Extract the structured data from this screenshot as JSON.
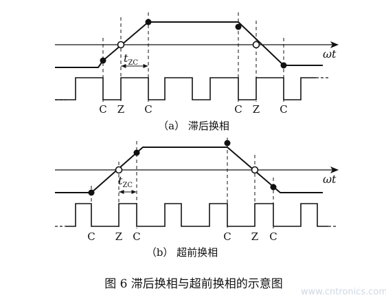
{
  "panel_a": {
    "axis_label": "ωt",
    "t_symbol": "t",
    "t_subscript": "ZC",
    "markers": [
      "C",
      "Z",
      "C",
      "C",
      "Z",
      "C"
    ],
    "caption": "（a） 滞后换相"
  },
  "panel_b": {
    "axis_label": "ωt",
    "t_symbol": "t",
    "t_subscript": "ZC",
    "markers": [
      "C",
      "Z",
      "C",
      "C",
      "Z",
      "C"
    ],
    "caption": "（b） 超前换相"
  },
  "figure_title": "图 6  滞后换相与超前换相的示意图",
  "watermark": "www.cntronics.com",
  "colors": {
    "line": "#111111",
    "watermark": "#cfd8e2"
  }
}
